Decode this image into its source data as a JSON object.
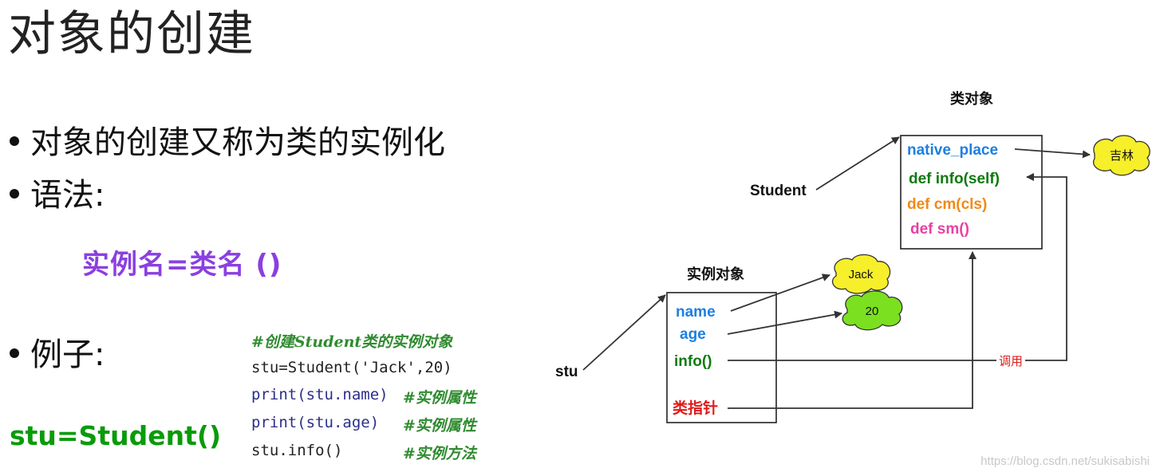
{
  "title": "对象的创建",
  "bullets": [
    "对象的创建又称为类的实例化",
    "语法:",
    "例子:"
  ],
  "syntax": "实例名=类名 ()",
  "example_main": "stu=Student()",
  "code": {
    "comment_top": "#创建Student类的实例对象",
    "line1": "stu=Student('Jack',20)",
    "line2": "print(stu.name)",
    "line2_comment": "#实例属性",
    "line3": "print(stu.age)",
    "line3_comment": "#实例属性",
    "line4": "stu.info()",
    "line4_comment": "#实例方法"
  },
  "diagram": {
    "class_object_label": "类对象",
    "class_ref_label": "Student",
    "class_members": [
      "native_place",
      "def info(self)",
      "def cm(cls)",
      "def sm()"
    ],
    "native_place_value": "吉林",
    "instance_object_label": "实例对象",
    "instance_ref_label": "stu",
    "instance_members": [
      "name",
      "age",
      "info()",
      "类指针"
    ],
    "name_value": "Jack",
    "age_value": "20",
    "call_label": "调用"
  },
  "colors": {
    "syntax_purple": "#8b3fe0",
    "example_green": "#0a9b0a",
    "attr_blue": "#1e7fe0",
    "method_green": "#0f7a0f",
    "classmethod_orange": "#f08a19",
    "staticmethod_pink": "#e83fa4",
    "pointer_red": "#e01a1a",
    "cloud_yellow": "#f6ef2a",
    "cloud_green": "#7be01f"
  },
  "watermark": "https://blog.csdn.net/sukisabishi"
}
